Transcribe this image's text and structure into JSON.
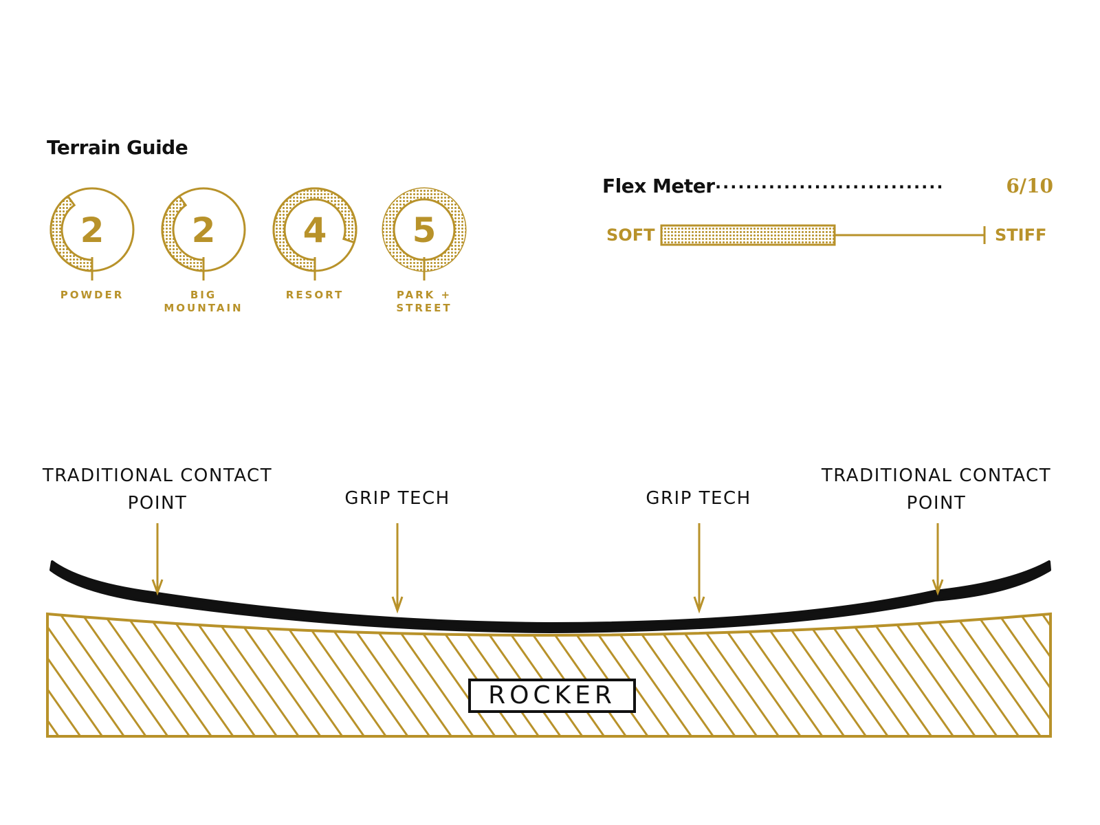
{
  "terrain_guide": {
    "title": "Terrain Guide",
    "items": [
      {
        "value": "2",
        "label_lines": [
          "POWDER"
        ],
        "level": 2,
        "max": 5
      },
      {
        "value": "2",
        "label_lines": [
          "BIG",
          "MOUNTAIN"
        ],
        "level": 2,
        "max": 5
      },
      {
        "value": "4",
        "label_lines": [
          "RESORT"
        ],
        "level": 4,
        "max": 5
      },
      {
        "value": "5",
        "label_lines": [
          "PARK +",
          "STREET"
        ],
        "level": 5,
        "max": 5
      }
    ]
  },
  "flex_meter": {
    "title": "Flex Meter",
    "dots": "..............................",
    "value": "6/10",
    "level": 6,
    "max": 10,
    "soft_label": "SOFT",
    "stiff_label": "STIFF"
  },
  "profile": {
    "callouts": [
      {
        "lines": [
          "TRADITIONAL CONTACT",
          "POINT"
        ]
      },
      {
        "lines": [
          "GRIP TECH"
        ]
      },
      {
        "lines": [
          "GRIP TECH"
        ]
      },
      {
        "lines": [
          "TRADITIONAL CONTACT",
          "POINT"
        ]
      }
    ],
    "label": "ROCKER"
  },
  "colors": {
    "gold": "#b8922a",
    "black": "#111111",
    "background": "#ffffff"
  }
}
